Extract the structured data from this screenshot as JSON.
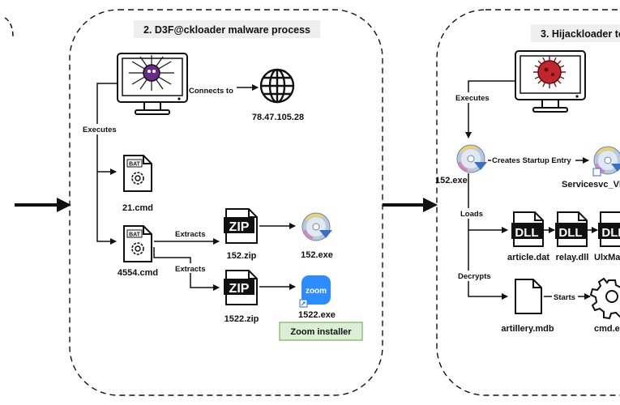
{
  "panel2": {
    "title": "2. D3F@ckloader malware process",
    "connects_to": "Connects to",
    "ip": "78.47.105.28",
    "executes": "Executes",
    "cmd1": "21.cmd",
    "cmd2": "4554.cmd",
    "extracts1": "Extracts",
    "extracts2": "Extracts",
    "zip1": "152.zip",
    "zip2": "1522.zip",
    "exe1": "152.exe",
    "exe2": "1522.exe",
    "zoom_installer": "Zoom installer",
    "bat_tag": "BAT",
    "zip_tag": "ZIP",
    "zoom_tag": "zoom"
  },
  "panel3": {
    "title": "3. Hijackloader to",
    "executes": "Executes",
    "exe": "152.exe",
    "creates_startup": "Creates Startup Entry",
    "service": "Servicesvc_VR",
    "loads": "Loads",
    "dll1": "article.dat",
    "dll2": "relay.dll",
    "dll3": "UlxMa",
    "decrypts": "Decrypts",
    "mdb": "artillery.mdb",
    "starts": "Starts",
    "cmd": "cmd.e",
    "dll_tag": "DLL"
  },
  "icons": [
    "monitor-malware-icon",
    "globe-icon",
    "bat-file-icon",
    "zip-file-icon",
    "cd-installer-icon",
    "zoom-app-icon",
    "dll-file-icon",
    "document-icon",
    "gear-icon"
  ],
  "colors": {
    "zoom_badge_bg": "#dcefd6",
    "zoom_badge_border": "#7ab86a",
    "zoom_blue": "#2d8cff",
    "virus_purple": "#6a2a8a",
    "virus_red": "#c0262b",
    "title_bg": "#efefef"
  }
}
